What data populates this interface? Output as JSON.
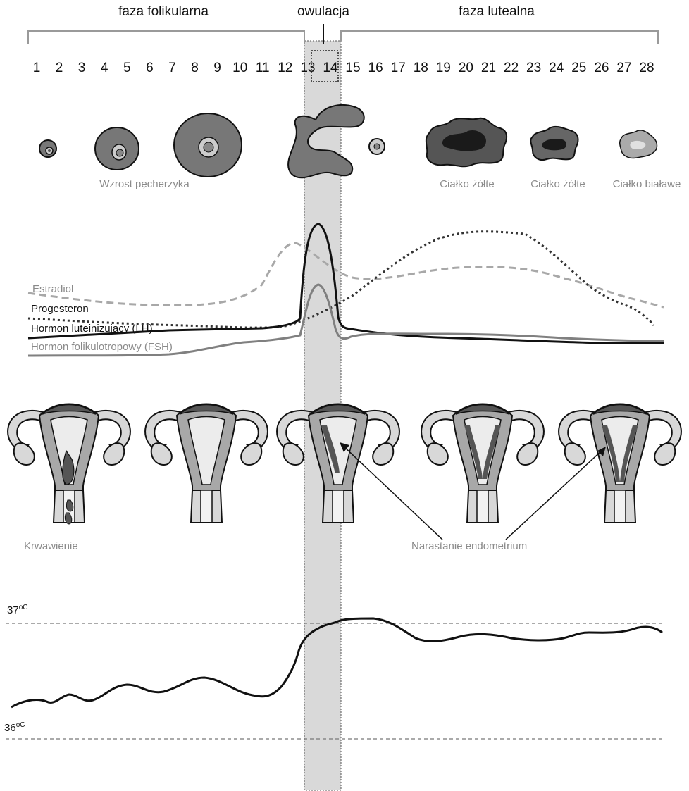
{
  "phases": {
    "follicular": "faza folikularna",
    "ovulation": "owulacja",
    "luteal": "faza lutealna"
  },
  "days": [
    "1",
    "2",
    "3",
    "4",
    "5",
    "6",
    "7",
    "8",
    "9",
    "10",
    "11",
    "12",
    "13",
    "14",
    "15",
    "16",
    "17",
    "18",
    "19",
    "20",
    "21",
    "22",
    "23",
    "24",
    "25",
    "26",
    "27",
    "28"
  ],
  "ovary_labels": {
    "follicle_growth": "Wzrost pęcherzyka",
    "corpus_luteum_1": "Ciałko żółte",
    "corpus_luteum_2": "Ciałko żółte",
    "corpus_albicans": "Ciałko białawe"
  },
  "hormones": {
    "estradiol": "Estradiol",
    "progesterone": "Progesteron",
    "lh": "Hormon luteinizujący (LH)",
    "fsh": "Hormon folikulotropowy (FSH)"
  },
  "uterus_labels": {
    "bleeding": "Krwawienie",
    "endometrium_growth": "Narastanie endometrium"
  },
  "temperature": {
    "high": "37",
    "high_unit": "oC",
    "low": "36",
    "low_unit": "oC"
  },
  "colors": {
    "dark": "#111111",
    "grey_line": "#808080",
    "light_dash": "#a8a8a8",
    "ovulation_band": "#d9d9d9",
    "ovary_fill": "#777777",
    "uterus_light": "#d8d8d8",
    "uterus_mid": "#a8a8a8",
    "uterus_dark": "#555555"
  }
}
